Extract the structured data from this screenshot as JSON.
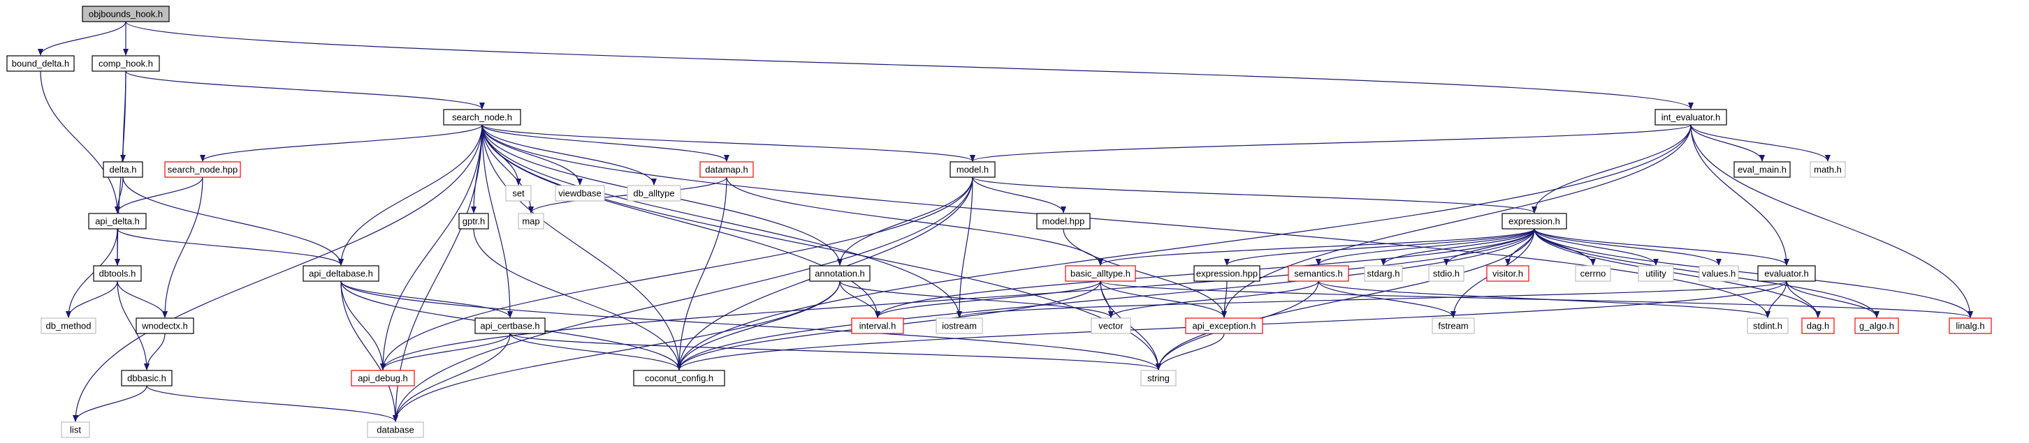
{
  "title": "",
  "style": {
    "edge_color": "#191970",
    "node_border_black": "#000000",
    "node_border_red": "#ff0000",
    "node_border_gray": "#bfbfbf",
    "root_fill": "#bfbfbf",
    "node_fill": "#ffffff",
    "background": "#ffffff"
  },
  "nodes": [
    {
      "id": "objbounds_hook",
      "label": "objbounds_hook.h",
      "border": "root"
    },
    {
      "id": "bound_delta",
      "label": "bound_delta.h",
      "border": "black"
    },
    {
      "id": "comp_hook",
      "label": "comp_hook.h",
      "border": "black"
    },
    {
      "id": "int_evaluator",
      "label": "int_evaluator.h",
      "border": "black"
    },
    {
      "id": "search_node",
      "label": "search_node.h",
      "border": "black"
    },
    {
      "id": "delta",
      "label": "delta.h",
      "border": "black"
    },
    {
      "id": "search_node_hpp",
      "label": "search_node.hpp",
      "border": "red"
    },
    {
      "id": "set",
      "label": "set",
      "border": "gray"
    },
    {
      "id": "viewdbase",
      "label": "viewdbase",
      "border": "gray"
    },
    {
      "id": "db_alltype",
      "label": "db_alltype",
      "border": "gray"
    },
    {
      "id": "datamap",
      "label": "datamap.h",
      "border": "red"
    },
    {
      "id": "model",
      "label": "model.h",
      "border": "black"
    },
    {
      "id": "eval_main",
      "label": "eval_main.h",
      "border": "black"
    },
    {
      "id": "math",
      "label": "math.h",
      "border": "gray"
    },
    {
      "id": "api_delta",
      "label": "api_delta.h",
      "border": "black"
    },
    {
      "id": "gptr",
      "label": "gptr.h",
      "border": "black"
    },
    {
      "id": "map",
      "label": "map",
      "border": "gray"
    },
    {
      "id": "model_hpp",
      "label": "model.hpp",
      "border": "black"
    },
    {
      "id": "expression",
      "label": "expression.h",
      "border": "black"
    },
    {
      "id": "dbtools",
      "label": "dbtools.h",
      "border": "black"
    },
    {
      "id": "api_deltabase",
      "label": "api_deltabase.h",
      "border": "black"
    },
    {
      "id": "annotation",
      "label": "annotation.h",
      "border": "black"
    },
    {
      "id": "basic_alltype",
      "label": "basic_alltype.h",
      "border": "red"
    },
    {
      "id": "expression_hpp",
      "label": "expression.hpp",
      "border": "black"
    },
    {
      "id": "semantics",
      "label": "semantics.h",
      "border": "red"
    },
    {
      "id": "stdarg",
      "label": "stdarg.h",
      "border": "gray"
    },
    {
      "id": "stdio",
      "label": "stdio.h",
      "border": "gray"
    },
    {
      "id": "visitor",
      "label": "visitor.h",
      "border": "red"
    },
    {
      "id": "cerrno",
      "label": "cerrno",
      "border": "gray"
    },
    {
      "id": "utility",
      "label": "utility",
      "border": "gray"
    },
    {
      "id": "values",
      "label": "values.h",
      "border": "gray"
    },
    {
      "id": "evaluator",
      "label": "evaluator.h",
      "border": "black"
    },
    {
      "id": "db_method",
      "label": "db_method",
      "border": "gray"
    },
    {
      "id": "wnodectx",
      "label": "wnodectx.h",
      "border": "black"
    },
    {
      "id": "api_certbase",
      "label": "api_certbase.h",
      "border": "black"
    },
    {
      "id": "interval",
      "label": "interval.h",
      "border": "red"
    },
    {
      "id": "iostream",
      "label": "iostream",
      "border": "gray"
    },
    {
      "id": "vector",
      "label": "vector",
      "border": "gray"
    },
    {
      "id": "api_exception",
      "label": "api_exception.h",
      "border": "red"
    },
    {
      "id": "fstream",
      "label": "fstream",
      "border": "gray"
    },
    {
      "id": "stdint",
      "label": "stdint.h",
      "border": "gray"
    },
    {
      "id": "dag",
      "label": "dag.h",
      "border": "red"
    },
    {
      "id": "g_algo",
      "label": "g_algo.h",
      "border": "red"
    },
    {
      "id": "linalg",
      "label": "linalg.h",
      "border": "red"
    },
    {
      "id": "dbbasic",
      "label": "dbbasic.h",
      "border": "black"
    },
    {
      "id": "api_debug",
      "label": "api_debug.h",
      "border": "red"
    },
    {
      "id": "coconut_config",
      "label": "coconut_config.h",
      "border": "black"
    },
    {
      "id": "string",
      "label": "string",
      "border": "gray"
    },
    {
      "id": "list",
      "label": "list",
      "border": "gray"
    },
    {
      "id": "database",
      "label": "database",
      "border": "gray"
    }
  ],
  "edges": [
    [
      "objbounds_hook",
      "bound_delta"
    ],
    [
      "objbounds_hook",
      "comp_hook"
    ],
    [
      "objbounds_hook",
      "int_evaluator"
    ],
    [
      "bound_delta",
      "api_delta"
    ],
    [
      "comp_hook",
      "search_node"
    ],
    [
      "comp_hook",
      "delta"
    ],
    [
      "comp_hook",
      "dbtools"
    ],
    [
      "int_evaluator",
      "model"
    ],
    [
      "int_evaluator",
      "eval_main"
    ],
    [
      "int_evaluator",
      "math"
    ],
    [
      "int_evaluator",
      "expression"
    ],
    [
      "int_evaluator",
      "evaluator"
    ],
    [
      "int_evaluator",
      "linalg"
    ],
    [
      "int_evaluator",
      "coconut_config"
    ],
    [
      "int_evaluator",
      "api_exception"
    ],
    [
      "search_node",
      "search_node_hpp"
    ],
    [
      "search_node",
      "set"
    ],
    [
      "search_node",
      "viewdbase"
    ],
    [
      "search_node",
      "db_alltype"
    ],
    [
      "search_node",
      "datamap"
    ],
    [
      "search_node",
      "model"
    ],
    [
      "search_node",
      "gptr"
    ],
    [
      "search_node",
      "map"
    ],
    [
      "search_node",
      "annotation"
    ],
    [
      "search_node",
      "api_deltabase"
    ],
    [
      "search_node",
      "api_certbase"
    ],
    [
      "search_node",
      "api_debug"
    ],
    [
      "search_node",
      "coconut_config"
    ],
    [
      "search_node",
      "string"
    ],
    [
      "search_node",
      "list"
    ],
    [
      "search_node",
      "database"
    ],
    [
      "search_node",
      "interval"
    ],
    [
      "search_node",
      "iostream"
    ],
    [
      "search_node",
      "stdint"
    ],
    [
      "delta",
      "api_delta"
    ],
    [
      "delta",
      "api_deltabase"
    ],
    [
      "search_node_hpp",
      "api_delta"
    ],
    [
      "search_node_hpp",
      "wnodectx"
    ],
    [
      "datamap",
      "map"
    ],
    [
      "datamap",
      "basic_alltype"
    ],
    [
      "datamap",
      "coconut_config"
    ],
    [
      "model",
      "model_hpp"
    ],
    [
      "model",
      "expression"
    ],
    [
      "model",
      "annotation"
    ],
    [
      "model",
      "iostream"
    ],
    [
      "model",
      "api_debug"
    ],
    [
      "model",
      "coconut_config"
    ],
    [
      "model",
      "database"
    ],
    [
      "api_delta",
      "dbtools"
    ],
    [
      "api_delta",
      "api_deltabase"
    ],
    [
      "api_delta",
      "db_method"
    ],
    [
      "gptr",
      "coconut_config"
    ],
    [
      "model_hpp",
      "api_exception"
    ],
    [
      "expression",
      "basic_alltype"
    ],
    [
      "expression",
      "expression_hpp"
    ],
    [
      "expression",
      "semantics"
    ],
    [
      "expression",
      "stdarg"
    ],
    [
      "expression",
      "stdio"
    ],
    [
      "expression",
      "visitor"
    ],
    [
      "expression",
      "cerrno"
    ],
    [
      "expression",
      "utility"
    ],
    [
      "expression",
      "values"
    ],
    [
      "expression",
      "evaluator"
    ],
    [
      "expression",
      "dag"
    ],
    [
      "expression",
      "g_algo"
    ],
    [
      "expression",
      "linalg"
    ],
    [
      "expression",
      "interval"
    ],
    [
      "expression",
      "fstream"
    ],
    [
      "expression",
      "string"
    ],
    [
      "expression",
      "api_debug"
    ],
    [
      "expression",
      "coconut_config"
    ],
    [
      "dbtools",
      "db_method"
    ],
    [
      "dbtools",
      "wnodectx"
    ],
    [
      "dbtools",
      "dbbasic"
    ],
    [
      "api_deltabase",
      "api_certbase"
    ],
    [
      "api_deltabase",
      "api_debug"
    ],
    [
      "api_deltabase",
      "coconut_config"
    ],
    [
      "api_deltabase",
      "string"
    ],
    [
      "api_deltabase",
      "database"
    ],
    [
      "annotation",
      "interval"
    ],
    [
      "annotation",
      "vector"
    ],
    [
      "annotation",
      "coconut_config"
    ],
    [
      "annotation",
      "database"
    ],
    [
      "basic_alltype",
      "interval"
    ],
    [
      "basic_alltype",
      "vector"
    ],
    [
      "basic_alltype",
      "api_exception"
    ],
    [
      "basic_alltype",
      "string"
    ],
    [
      "basic_alltype",
      "coconut_config"
    ],
    [
      "basic_alltype",
      "linalg"
    ],
    [
      "expression_hpp",
      "api_exception"
    ],
    [
      "semantics",
      "vector"
    ],
    [
      "semantics",
      "fstream"
    ],
    [
      "semantics",
      "string"
    ],
    [
      "semantics",
      "stdint"
    ],
    [
      "evaluator",
      "iostream"
    ],
    [
      "evaluator",
      "stdint"
    ],
    [
      "evaluator",
      "dag"
    ],
    [
      "evaluator",
      "g_algo"
    ],
    [
      "evaluator",
      "coconut_config"
    ],
    [
      "wnodectx",
      "dbbasic"
    ],
    [
      "api_certbase",
      "api_debug"
    ],
    [
      "api_certbase",
      "coconut_config"
    ],
    [
      "api_certbase",
      "string"
    ],
    [
      "api_certbase",
      "database"
    ],
    [
      "api_exception",
      "string"
    ],
    [
      "dbbasic",
      "list"
    ],
    [
      "dbbasic",
      "database"
    ]
  ]
}
